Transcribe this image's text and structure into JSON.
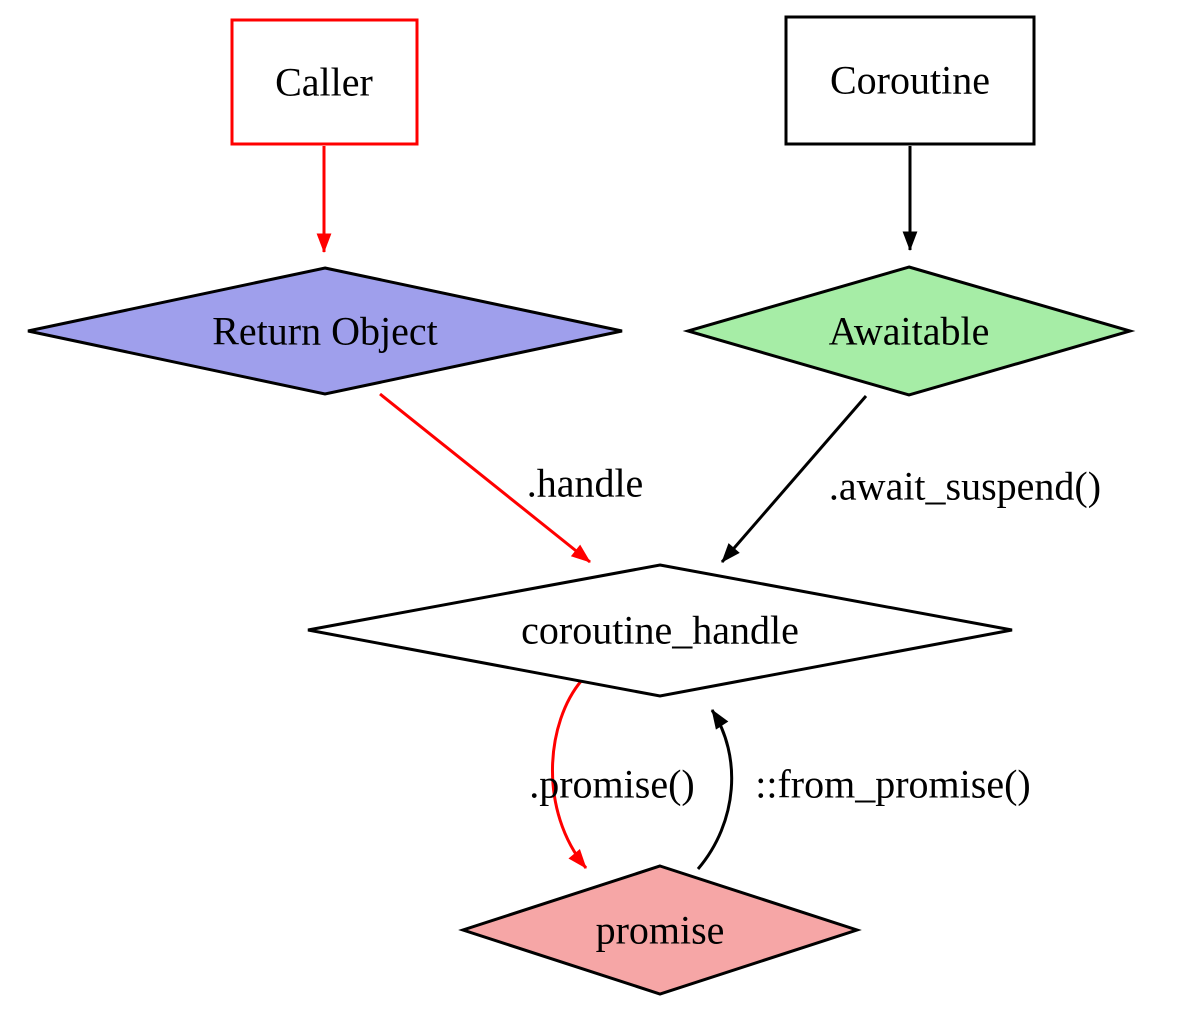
{
  "diagram": {
    "nodes": {
      "caller": {
        "label": "Caller"
      },
      "coroutine": {
        "label": "Coroutine"
      },
      "return_object": {
        "label": "Return Object"
      },
      "awaitable": {
        "label": "Awaitable"
      },
      "coroutine_handle": {
        "label": "coroutine_handle"
      },
      "promise": {
        "label": "promise"
      }
    },
    "edges": {
      "handle": {
        "label": ".handle"
      },
      "await_suspend": {
        "label": ".await_suspend()"
      },
      "promise_method": {
        "label": ".promise()"
      },
      "from_promise": {
        "label": "::from_promise()"
      }
    },
    "colors": {
      "red": "#ff0000",
      "black": "#000000",
      "white": "#ffffff",
      "return_object_fill": "#9f9fec",
      "awaitable_fill": "#a6eda6",
      "promise_fill": "#f6a6a6"
    }
  }
}
